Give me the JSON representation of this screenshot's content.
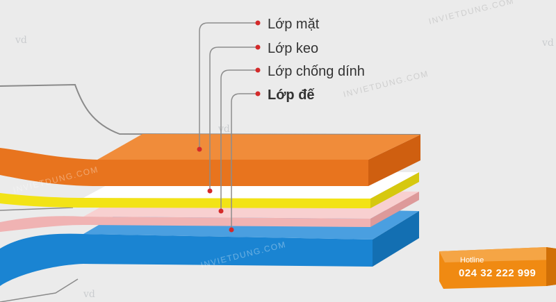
{
  "labels": {
    "surface": "Lớp mặt",
    "adhesive": "Lớp keo",
    "antistick": "Lớp chống dính",
    "base": "Lớp đế"
  },
  "watermark": {
    "text": "INVIETDUNG.COM",
    "logo": "vd"
  },
  "hotline": {
    "title": "Hotline",
    "number": "024 32 222 999"
  },
  "colors": {
    "background": "#ebebeb",
    "surface_layer": "#e8741e",
    "adhesive_layer": "#f2e316",
    "antistick_layer": "#f0b3b3",
    "base_layer": "#1a84d2",
    "leader_line": "#8c8c8c",
    "marker_dot": "#d42a2a",
    "hotline_badge": "#f08a12"
  }
}
